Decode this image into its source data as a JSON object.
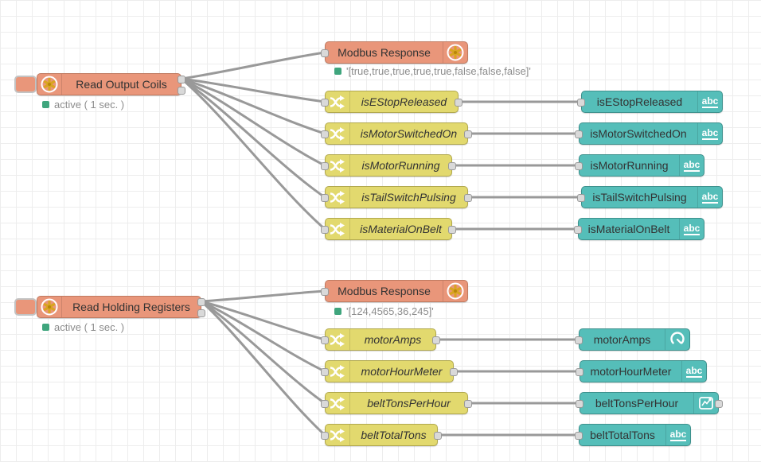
{
  "colors": {
    "modbus_node": "#E9967A",
    "function_node": "#E2D96E",
    "dashboard_node": "#55BEB9",
    "wire": "#999999",
    "status_green": "#3FA57D",
    "status_text": "#8C8C8C"
  },
  "groups": [
    {
      "source": {
        "label": "Read Output Coils",
        "status": "active ( 1 sec. )"
      },
      "response": {
        "label": "Modbus Response",
        "status": "'[true,true,true,true,true,false,false,false]'"
      },
      "functions": [
        "isEStopReleased",
        "isMotorSwitchedOn",
        "isMotorRunning",
        "isTailSwitchPulsing",
        "isMaterialOnBelt"
      ],
      "outputs": [
        {
          "label": "isEStopReleased",
          "icon": "text"
        },
        {
          "label": "isMotorSwitchedOn",
          "icon": "text"
        },
        {
          "label": "isMotorRunning",
          "icon": "text"
        },
        {
          "label": "isTailSwitchPulsing",
          "icon": "text"
        },
        {
          "label": "isMaterialOnBelt",
          "icon": "text"
        }
      ]
    },
    {
      "source": {
        "label": "Read Holding Registers",
        "status": "active ( 1 sec. )"
      },
      "response": {
        "label": "Modbus Response",
        "status": "'[124,4565,36,245]'"
      },
      "functions": [
        "motorAmps",
        "motorHourMeter",
        "beltTonsPerHour",
        "beltTotalTons"
      ],
      "outputs": [
        {
          "label": "motorAmps",
          "icon": "gauge"
        },
        {
          "label": "motorHourMeter",
          "icon": "text"
        },
        {
          "label": "beltTonsPerHour",
          "icon": "chart"
        },
        {
          "label": "beltTotalTons",
          "icon": "text"
        }
      ]
    }
  ],
  "icons": {
    "abc_label": "abc"
  }
}
